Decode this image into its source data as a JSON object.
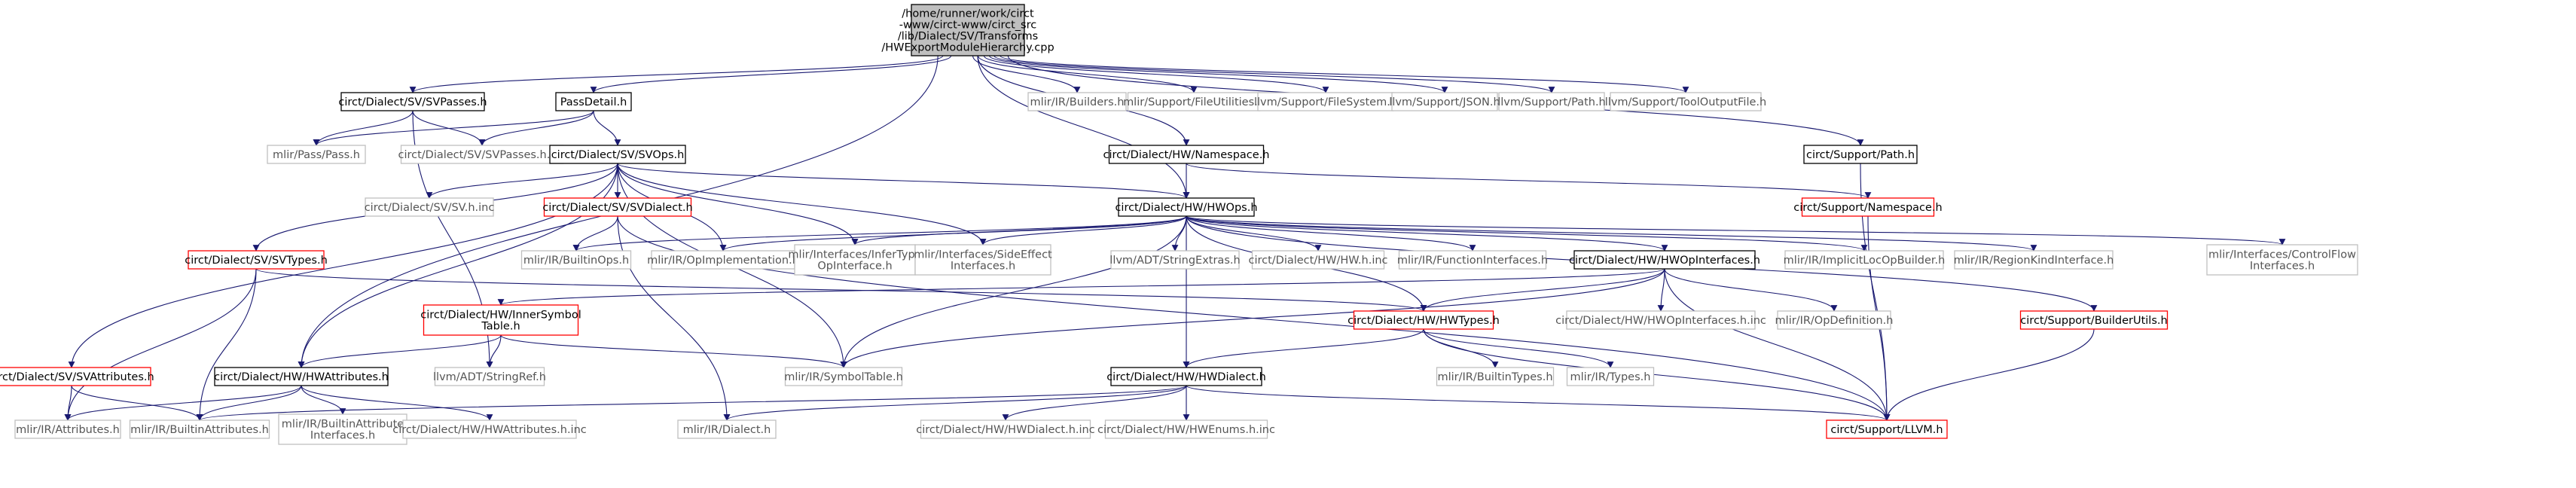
{
  "graph": {
    "root": {
      "id": "root",
      "lines": [
        "/home/runner/work/circt",
        "-www/circt-www/circt_src",
        "/lib/Dialect/SV/Transforms",
        "/HWExportModuleHierarchy.cpp"
      ]
    },
    "nodes": [
      {
        "id": "svpasses_h",
        "lines": [
          "circt/Dialect/SV/SVPasses.h"
        ],
        "style": "black"
      },
      {
        "id": "passdetail_h",
        "lines": [
          "PassDetail.h"
        ],
        "style": "black"
      },
      {
        "id": "builders_h",
        "lines": [
          "mlir/IR/Builders.h"
        ],
        "style": "gray"
      },
      {
        "id": "fileutilities_h",
        "lines": [
          "mlir/Support/FileUtilities.h"
        ],
        "style": "gray"
      },
      {
        "id": "filesystem_h",
        "lines": [
          "llvm/Support/FileSystem.h"
        ],
        "style": "gray"
      },
      {
        "id": "json_h",
        "lines": [
          "llvm/Support/JSON.h"
        ],
        "style": "gray"
      },
      {
        "id": "llvmpath_h",
        "lines": [
          "llvm/Support/Path.h"
        ],
        "style": "gray"
      },
      {
        "id": "tooloutputfile_h",
        "lines": [
          "llvm/Support/ToolOutputFile.h"
        ],
        "style": "gray"
      },
      {
        "id": "pass_h",
        "lines": [
          "mlir/Pass/Pass.h"
        ],
        "style": "gray"
      },
      {
        "id": "svpasses_inc",
        "lines": [
          "circt/Dialect/SV/SVPasses.h.inc"
        ],
        "style": "gray"
      },
      {
        "id": "svops_h",
        "lines": [
          "circt/Dialect/SV/SVOps.h"
        ],
        "style": "black"
      },
      {
        "id": "namespace_hw_h",
        "lines": [
          "circt/Dialect/HW/Namespace.h"
        ],
        "style": "black"
      },
      {
        "id": "supportpath_h",
        "lines": [
          "circt/Support/Path.h"
        ],
        "style": "black"
      },
      {
        "id": "sv_inc",
        "lines": [
          "circt/Dialect/SV/SV.h.inc"
        ],
        "style": "gray"
      },
      {
        "id": "svdialect_h",
        "lines": [
          "circt/Dialect/SV/SVDialect.h"
        ],
        "style": "red"
      },
      {
        "id": "hwops_h",
        "lines": [
          "circt/Dialect/HW/HWOps.h"
        ],
        "style": "black"
      },
      {
        "id": "supportnamespace_h",
        "lines": [
          "circt/Support/Namespace.h"
        ],
        "style": "red"
      },
      {
        "id": "svtypes_h",
        "lines": [
          "circt/Dialect/SV/SVTypes.h"
        ],
        "style": "red"
      },
      {
        "id": "builtinops_h",
        "lines": [
          "mlir/IR/BuiltinOps.h"
        ],
        "style": "gray"
      },
      {
        "id": "opimplementation_h",
        "lines": [
          "mlir/IR/OpImplementation.h"
        ],
        "style": "gray"
      },
      {
        "id": "infertype_h",
        "lines": [
          "mlir/Interfaces/InferType",
          "OpInterface.h"
        ],
        "style": "gray"
      },
      {
        "id": "sideeffect_h",
        "lines": [
          "mlir/Interfaces/SideEffect",
          "Interfaces.h"
        ],
        "style": "gray"
      },
      {
        "id": "stringextras_h",
        "lines": [
          "llvm/ADT/StringExtras.h"
        ],
        "style": "gray"
      },
      {
        "id": "hw_inc",
        "lines": [
          "circt/Dialect/HW/HW.h.inc"
        ],
        "style": "gray"
      },
      {
        "id": "functioninterfaces_h",
        "lines": [
          "mlir/IR/FunctionInterfaces.h"
        ],
        "style": "gray"
      },
      {
        "id": "hwopinterfaces_h",
        "lines": [
          "circt/Dialect/HW/HWOpInterfaces.h"
        ],
        "style": "black"
      },
      {
        "id": "implicitloc_h",
        "lines": [
          "mlir/IR/ImplicitLocOpBuilder.h"
        ],
        "style": "gray"
      },
      {
        "id": "regionkind_h",
        "lines": [
          "mlir/IR/RegionKindInterface.h"
        ],
        "style": "gray"
      },
      {
        "id": "controlflow_h",
        "lines": [
          "mlir/Interfaces/ControlFlow",
          "Interfaces.h"
        ],
        "style": "gray"
      },
      {
        "id": "innersymbol_h",
        "lines": [
          "circt/Dialect/HW/InnerSymbol",
          "Table.h"
        ],
        "style": "red"
      },
      {
        "id": "hwtypes_h",
        "lines": [
          "circt/Dialect/HW/HWTypes.h"
        ],
        "style": "red"
      },
      {
        "id": "hwopinterfaces_inc",
        "lines": [
          "circt/Dialect/HW/HWOpInterfaces.h.inc"
        ],
        "style": "gray"
      },
      {
        "id": "opdefinition_h",
        "lines": [
          "mlir/IR/OpDefinition.h"
        ],
        "style": "gray"
      },
      {
        "id": "builderutils_h",
        "lines": [
          "circt/Support/BuilderUtils.h"
        ],
        "style": "red"
      },
      {
        "id": "svattributes_h",
        "lines": [
          "circt/Dialect/SV/SVAttributes.h"
        ],
        "style": "red"
      },
      {
        "id": "hwattributes_h",
        "lines": [
          "circt/Dialect/HW/HWAttributes.h"
        ],
        "style": "black"
      },
      {
        "id": "stringref_h",
        "lines": [
          "llvm/ADT/StringRef.h"
        ],
        "style": "gray"
      },
      {
        "id": "symboltable_h",
        "lines": [
          "mlir/IR/SymbolTable.h"
        ],
        "style": "gray"
      },
      {
        "id": "builtintypes_h",
        "lines": [
          "mlir/IR/BuiltinTypes.h"
        ],
        "style": "gray"
      },
      {
        "id": "types_h",
        "lines": [
          "mlir/IR/Types.h"
        ],
        "style": "gray"
      },
      {
        "id": "hwdialect_h",
        "lines": [
          "circt/Dialect/HW/HWDialect.h"
        ],
        "style": "black"
      },
      {
        "id": "attributes_h",
        "lines": [
          "mlir/IR/Attributes.h"
        ],
        "style": "gray"
      },
      {
        "id": "builtinattributes_h",
        "lines": [
          "mlir/IR/BuiltinAttributes.h"
        ],
        "style": "gray"
      },
      {
        "id": "builtinattrinterfaces_h",
        "lines": [
          "mlir/IR/BuiltinAttribute",
          "Interfaces.h"
        ],
        "style": "gray"
      },
      {
        "id": "hwattributes_inc",
        "lines": [
          "circt/Dialect/HW/HWAttributes.h.inc"
        ],
        "style": "gray"
      },
      {
        "id": "dialect_h",
        "lines": [
          "mlir/IR/Dialect.h"
        ],
        "style": "gray"
      },
      {
        "id": "hwdialect_inc",
        "lines": [
          "circt/Dialect/HW/HWDialect.h.inc"
        ],
        "style": "gray"
      },
      {
        "id": "hwenums_inc",
        "lines": [
          "circt/Dialect/HW/HWEnums.h.inc"
        ],
        "style": "gray"
      },
      {
        "id": "llvm_h",
        "lines": [
          "circt/Support/LLVM.h"
        ],
        "style": "red"
      }
    ],
    "edges": [
      [
        "root",
        "svpasses_h"
      ],
      [
        "root",
        "passdetail_h"
      ],
      [
        "root",
        "builders_h"
      ],
      [
        "root",
        "fileutilities_h"
      ],
      [
        "root",
        "filesystem_h"
      ],
      [
        "root",
        "json_h"
      ],
      [
        "root",
        "llvmpath_h"
      ],
      [
        "root",
        "tooloutputfile_h"
      ],
      [
        "root",
        "namespace_hw_h"
      ],
      [
        "root",
        "supportpath_h"
      ],
      [
        "root",
        "hwops_h"
      ],
      [
        "root",
        "hwattributes_h"
      ],
      [
        "svpasses_h",
        "pass_h"
      ],
      [
        "svpasses_h",
        "svpasses_inc"
      ],
      [
        "svpasses_h",
        "stringref_h"
      ],
      [
        "passdetail_h",
        "pass_h"
      ],
      [
        "passdetail_h",
        "svpasses_inc"
      ],
      [
        "passdetail_h",
        "svops_h"
      ],
      [
        "svops_h",
        "sv_inc"
      ],
      [
        "svops_h",
        "svdialect_h"
      ],
      [
        "svops_h",
        "hwops_h"
      ],
      [
        "svops_h",
        "svtypes_h"
      ],
      [
        "svops_h",
        "svattributes_h"
      ],
      [
        "svops_h",
        "hwattributes_h"
      ],
      [
        "svops_h",
        "opimplementation_h"
      ],
      [
        "svops_h",
        "infertype_h"
      ],
      [
        "svops_h",
        "sideeffect_h"
      ],
      [
        "svops_h",
        "symboltable_h"
      ],
      [
        "svdialect_h",
        "builtinops_h"
      ],
      [
        "svdialect_h",
        "dialect_h"
      ],
      [
        "svdialect_h",
        "llvm_h"
      ],
      [
        "namespace_hw_h",
        "hwops_h"
      ],
      [
        "namespace_hw_h",
        "supportnamespace_h"
      ],
      [
        "supportpath_h",
        "llvm_h"
      ],
      [
        "supportnamespace_h",
        "llvm_h"
      ],
      [
        "hwops_h",
        "builtinops_h"
      ],
      [
        "hwops_h",
        "opimplementation_h"
      ],
      [
        "hwops_h",
        "infertype_h"
      ],
      [
        "hwops_h",
        "sideeffect_h"
      ],
      [
        "hwops_h",
        "stringextras_h"
      ],
      [
        "hwops_h",
        "hw_inc"
      ],
      [
        "hwops_h",
        "functioninterfaces_h"
      ],
      [
        "hwops_h",
        "hwopinterfaces_h"
      ],
      [
        "hwops_h",
        "implicitloc_h"
      ],
      [
        "hwops_h",
        "regionkind_h"
      ],
      [
        "hwops_h",
        "controlflow_h"
      ],
      [
        "hwops_h",
        "builderutils_h"
      ],
      [
        "hwops_h",
        "hwtypes_h"
      ],
      [
        "hwops_h",
        "hwdialect_h"
      ],
      [
        "hwops_h",
        "symboltable_h"
      ],
      [
        "svtypes_h",
        "hwtypes_h"
      ],
      [
        "svtypes_h",
        "attributes_h"
      ],
      [
        "svtypes_h",
        "builtinattributes_h"
      ],
      [
        "hwopinterfaces_h",
        "innersymbol_h"
      ],
      [
        "hwopinterfaces_h",
        "hwtypes_h"
      ],
      [
        "hwopinterfaces_h",
        "hwopinterfaces_inc"
      ],
      [
        "hwopinterfaces_h",
        "opdefinition_h"
      ],
      [
        "hwopinterfaces_h",
        "llvm_h"
      ],
      [
        "hwopinterfaces_h",
        "symboltable_h"
      ],
      [
        "innersymbol_h",
        "hwattributes_h"
      ],
      [
        "innersymbol_h",
        "stringref_h"
      ],
      [
        "innersymbol_h",
        "symboltable_h"
      ],
      [
        "hwtypes_h",
        "hwdialect_h"
      ],
      [
        "hwtypes_h",
        "builtintypes_h"
      ],
      [
        "hwtypes_h",
        "types_h"
      ],
      [
        "hwtypes_h",
        "llvm_h"
      ],
      [
        "builderutils_h",
        "llvm_h"
      ],
      [
        "svattributes_h",
        "attributes_h"
      ],
      [
        "svattributes_h",
        "builtinattributes_h"
      ],
      [
        "hwattributes_h",
        "attributes_h"
      ],
      [
        "hwattributes_h",
        "builtinattributes_h"
      ],
      [
        "hwattributes_h",
        "builtinattrinterfaces_h"
      ],
      [
        "hwattributes_h",
        "hwattributes_inc"
      ],
      [
        "hwdialect_h",
        "builtinattributes_h"
      ],
      [
        "hwdialect_h",
        "dialect_h"
      ],
      [
        "hwdialect_h",
        "hwdialect_inc"
      ],
      [
        "hwdialect_h",
        "hwenums_inc"
      ],
      [
        "hwdialect_h",
        "llvm_h"
      ]
    ]
  },
  "colors": {
    "edge": "#191970",
    "border_black": "#000000",
    "border_gray": "#bfbfbf",
    "border_red": "#ff0000",
    "text_main": "#000000",
    "text_gray": "#555555",
    "root_fill": "#bfbfbf"
  }
}
